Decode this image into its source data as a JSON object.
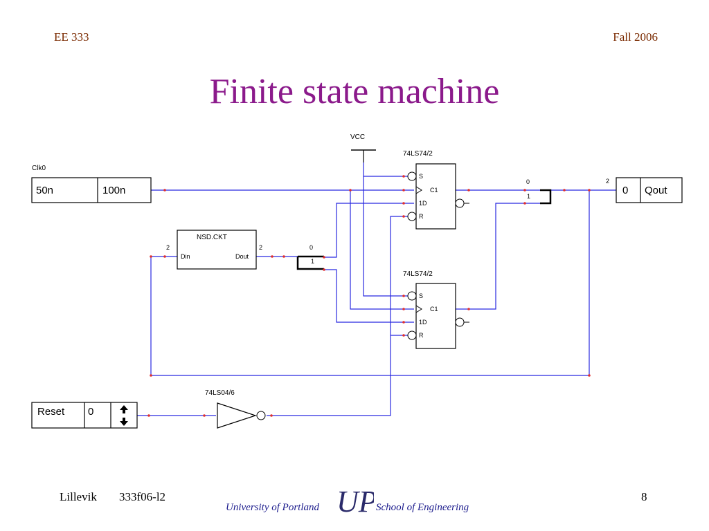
{
  "header": {
    "course": "EE 333",
    "term": "Fall 2006"
  },
  "slide": {
    "title": "Finite state machine"
  },
  "circuit": {
    "vcc_label": "VCC",
    "clock": {
      "label": "Clk0",
      "cells": [
        "50n",
        "100n"
      ]
    },
    "ff_top": {
      "label": "74LS74/2",
      "pins": [
        "S",
        "C1",
        "1D",
        "R"
      ]
    },
    "ff_bottom": {
      "label": "74LS74/2",
      "pins": [
        "S",
        "C1",
        "1D",
        "R"
      ]
    },
    "nsd": {
      "label": "NSD.CKT",
      "in_pin": "Din",
      "out_pin": "Dout",
      "in_width": "2",
      "out_width": "2"
    },
    "split": {
      "bit0": "0",
      "bit1": "1"
    },
    "merge": {
      "bit0": "0",
      "bit1": "1"
    },
    "qout": {
      "width": "2",
      "value": "0",
      "name": "Qout"
    },
    "reset": {
      "name": "Reset",
      "value": "0"
    },
    "inverter": {
      "label": "74LS04/6"
    },
    "colors": {
      "wire": "#2828e0",
      "node": "#e03030"
    }
  },
  "footer": {
    "author": "Lillevik",
    "code": "333f06-l2",
    "university": "University of Portland",
    "school": "School of Engineering",
    "logo_text": "UP",
    "page": "8"
  }
}
